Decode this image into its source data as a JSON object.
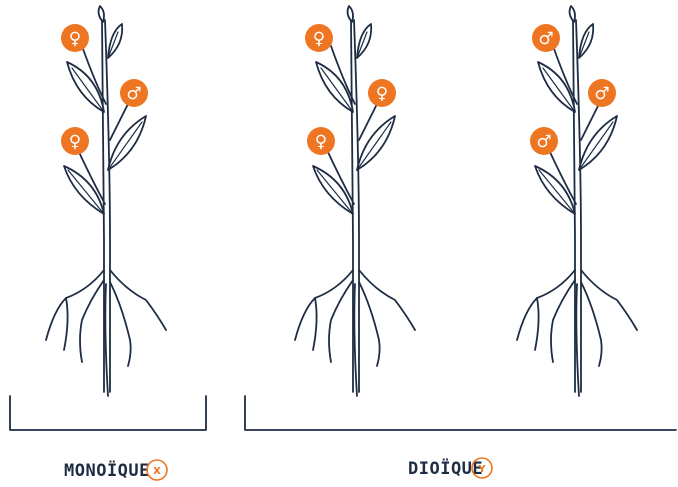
{
  "colors": {
    "accent": "#ee7623",
    "ink": "#1e2d44",
    "background": "#ffffff"
  },
  "plants": [
    {
      "id": "plant-1",
      "flowers": [
        "♀",
        "♂",
        "♀"
      ]
    },
    {
      "id": "plant-2",
      "flowers": [
        "♀",
        "♀",
        "♀"
      ]
    },
    {
      "id": "plant-3",
      "flowers": [
        "♂",
        "♂",
        "♂"
      ]
    }
  ],
  "groups": [
    {
      "label": "MONOÏQUE",
      "marker": "X"
    },
    {
      "label": "DIOÏQUE",
      "marker": "Y"
    }
  ]
}
